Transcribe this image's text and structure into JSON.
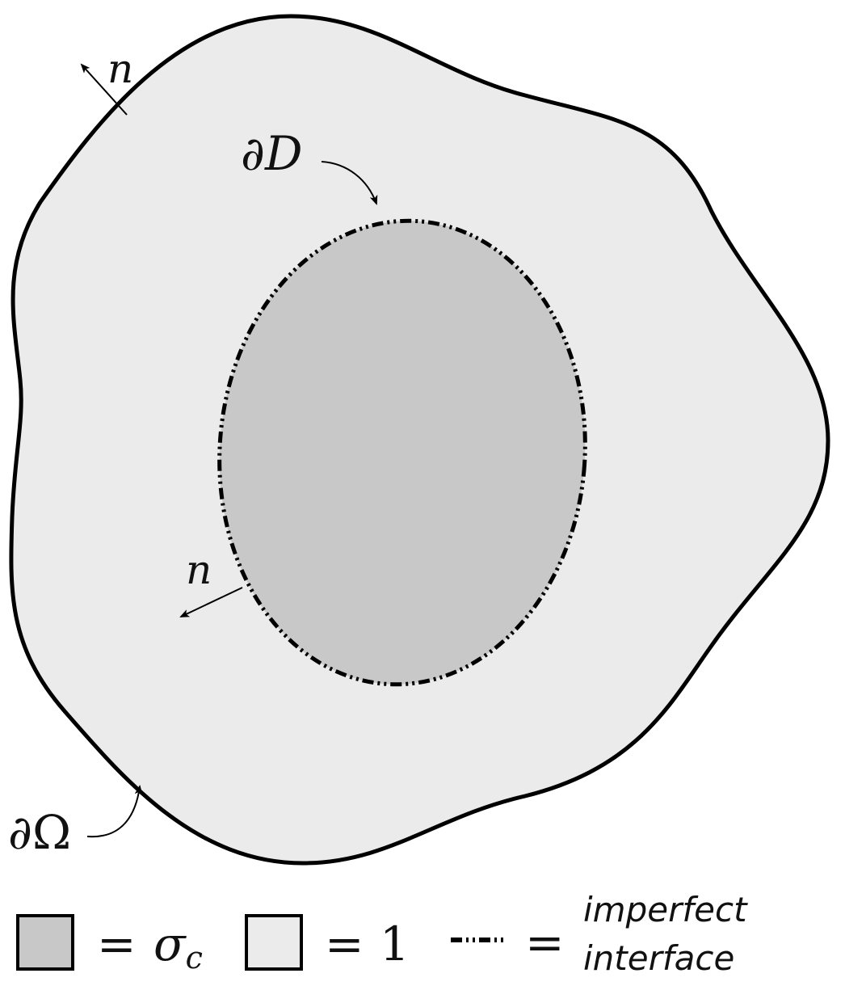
{
  "colors": {
    "domain_fill": "#ebebeb",
    "inclusion_fill": "#c8c8c8",
    "stroke": "#000000"
  },
  "labels": {
    "normal_outer": "n",
    "normal_inner": "n",
    "partial_symbol": "∂",
    "inclusion_boundary_letter": "D",
    "outer_boundary_letter": "Ω"
  },
  "legend": {
    "inclusion": {
      "equals": "=",
      "symbol": "σ",
      "subscript": "c"
    },
    "background": {
      "equals": "=",
      "value": "1"
    },
    "interface": {
      "equals": "=",
      "line1": "imperfect",
      "line2": "interface"
    }
  }
}
